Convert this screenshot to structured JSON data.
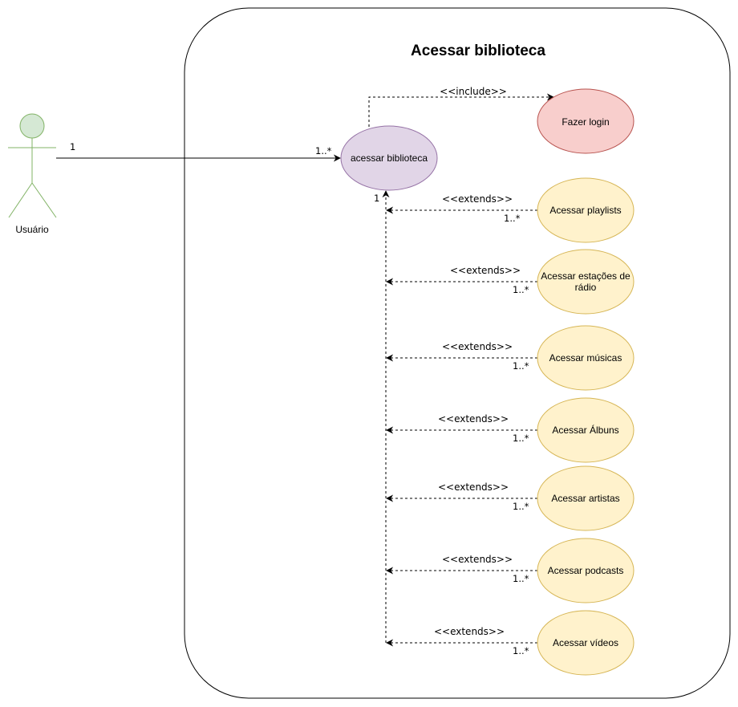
{
  "diagram": {
    "title": "Acessar biblioteca",
    "actor": {
      "label": "Usuário",
      "multiplicity": "1"
    },
    "main_use_case": {
      "label": "acessar biblioteca",
      "actor_multiplicity": "1..*",
      "extends_multiplicity": "1",
      "fill": "#e1d5e7",
      "stroke": "#9673a6"
    },
    "include": {
      "label": "<<include>>",
      "use_case": {
        "label": "Fazer login",
        "fill": "#f8cecc",
        "stroke": "#b85450"
      }
    },
    "extends": [
      {
        "label": "<<extends>>",
        "use_case": "Acessar playlists",
        "multiplicity": "1..*"
      },
      {
        "label": "<<extends>>",
        "use_case": [
          "Acessar estações  de",
          "rádio"
        ],
        "multiplicity": "1..*"
      },
      {
        "label": "<<extends>>",
        "use_case": "Acessar músicas",
        "multiplicity": "1..*"
      },
      {
        "label": "<<extends>>",
        "use_case": "Acessar Álbuns",
        "multiplicity": "1..*"
      },
      {
        "label": "<<extends>>",
        "use_case": "Acessar artistas",
        "multiplicity": "1..*"
      },
      {
        "label": "<<extends>>",
        "use_case": "Acessar podcasts",
        "multiplicity": "1..*"
      },
      {
        "label": "<<extends>>",
        "use_case": "Acessar vídeos",
        "multiplicity": "1..*"
      }
    ],
    "colors": {
      "extend_fill": "#fff2cc",
      "extend_stroke": "#d6b656",
      "actor_fill": "#d5e8d4",
      "actor_stroke": "#82b366"
    }
  }
}
